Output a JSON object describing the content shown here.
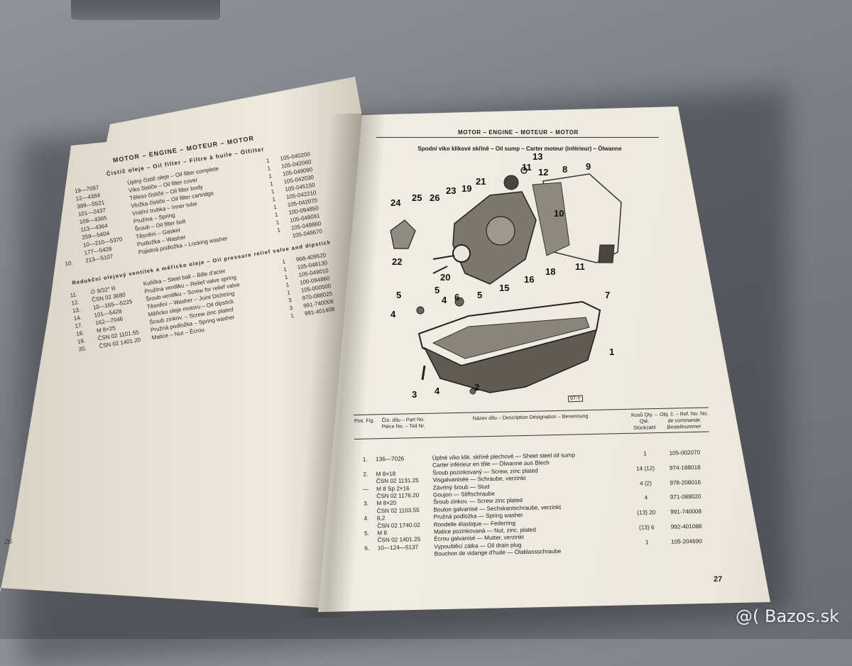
{
  "left_page": {
    "title": "MOTOR – ENGINE – MOTEUR – MOTOR",
    "section": "Čistič oleje – Oil filter – Filtre à huile – Ölfilter",
    "section2": "Redukční olejový ventilek a měřicko oleje – Oil pressure relief valve and dipstick",
    "rows": [
      {
        "pos": "",
        "part": "19—7097",
        "desc": "Úplný čistič oleje – Oil filter complete",
        "qty": "1",
        "order": "105-040200"
      },
      {
        "pos": "",
        "part": "12—4384",
        "desc": "Víko čističe – Oil filter cover",
        "qty": "1",
        "order": "105-042060"
      },
      {
        "pos": "",
        "part": "389—5521",
        "desc": "Těleso čističe – Oil filter body",
        "qty": "1",
        "order": "105-049080"
      },
      {
        "pos": "",
        "part": "101—2437",
        "desc": "Vložka čističe – Oil filter cartridge",
        "qty": "1",
        "order": "105-042030"
      },
      {
        "pos": "",
        "part": "109—4365",
        "desc": "Vnitřní trubka – Inner tube",
        "qty": "1",
        "order": "105-045150"
      },
      {
        "pos": "",
        "part": "113—4364",
        "desc": "Pružina – Spring",
        "qty": "1",
        "order": "105-042210"
      },
      {
        "pos": "",
        "part": "259—5404",
        "desc": "Šroub – Oil filter bolt",
        "qty": "1",
        "order": "105-042070"
      },
      {
        "pos": "",
        "part": "10—210—5370",
        "desc": "Těsnění – Gasket",
        "qty": "1",
        "order": "100-094850"
      },
      {
        "pos": "",
        "part": "177—5428",
        "desc": "Podložka – Washer",
        "qty": "1",
        "order": "105-049091"
      },
      {
        "pos": "10.",
        "part": "213—5107",
        "desc": "Pojistná podložka – Locking washer",
        "qty": "1",
        "order": "105-049860"
      },
      {
        "pos": "",
        "part": "",
        "desc": "",
        "qty": "",
        "order": "105-049670"
      },
      {
        "pos": "11.",
        "part": "∅ 9/32\" R",
        "desc": "Kulička – Steel ball – Bille d'acier",
        "qty": "1",
        "order": "968-409520"
      },
      {
        "pos": "12.",
        "part": "ČSN 02 3680",
        "desc": "Pružina ventilku – Relief valve spring",
        "qty": "1",
        "order": "105-048130"
      },
      {
        "pos": "13.",
        "part": "10—165—5225",
        "desc": "Šroub ventilku – Screw for relief valve",
        "qty": "1",
        "order": "105-049010"
      },
      {
        "pos": "14.",
        "part": "101—5428",
        "desc": "Těsnění – Washer – Joint Dichtring",
        "qty": "1",
        "order": "100-094860"
      },
      {
        "pos": "17.",
        "part": "162—7046",
        "desc": "Měřicko oleje motoru – Oil dipstick",
        "qty": "1",
        "order": "105-000500"
      },
      {
        "pos": "18.",
        "part": "M 8×25",
        "desc": "Šroub zinkov. – Screw zinc plated",
        "qty": "3",
        "order": "970-088025"
      },
      {
        "pos": "19.",
        "part": "ČSN 02 1101.55",
        "desc": "Pružná podložka – Spring washer",
        "qty": "3",
        "order": "991-740008"
      },
      {
        "pos": "20.",
        "part": "ČSN 02 1401.20",
        "desc": "Matice – Nut – Écrou",
        "qty": "1",
        "order": "991-401408"
      }
    ],
    "page_number": "26"
  },
  "right_page": {
    "header": "MOTOR – ENGINE – MOTEUR – MOTOR",
    "subheader": "Spodní víko klikové skříně – Oil sump – Carter moteur (inférieur) – Ölwanne",
    "figure_code": "97-Y",
    "callouts": [
      "1",
      "2",
      "3",
      "4",
      "4",
      "4",
      "5",
      "5",
      "5",
      "6",
      "7",
      "8",
      "9",
      "10",
      "11",
      "11",
      "12",
      "13",
      "15",
      "16",
      "18",
      "19",
      "20",
      "21",
      "22",
      "23",
      "24",
      "25",
      "26"
    ],
    "table_headers": {
      "pos": "Pos. Fig.",
      "part": "Čís. dílu – Part No. Pièce No. – Teil Nr.",
      "desc": "Název dílu – Description Désignation – Benennung",
      "qty": "Kusů Qty. – Qté. Stückzahl",
      "order": "Obj. č. – Ref. No. No. de commande Bestellnummer"
    },
    "rows": [
      {
        "pos": "1.",
        "part": "136—7026",
        "desc": "Úplné víko klik. skříně plechové — Sheet steel oil sump",
        "qty": "1",
        "order": "105-002070"
      },
      {
        "pos": "",
        "part": "",
        "desc": "Carter inférieur en tôle — Ölwanne aus Blech",
        "qty": "",
        "order": ""
      },
      {
        "pos": "2.",
        "part": "M 8×18",
        "desc": "Šroub pozinkovaný — Screw, zinc plated",
        "qty": "14 (12)",
        "order": "974-188018"
      },
      {
        "pos": "",
        "part": "ČSN 02 1131.25",
        "desc": "Visgalvanisée — Schraube, verzinkt",
        "qty": "",
        "order": ""
      },
      {
        "pos": "—",
        "part": "M 8 Sp 2×16",
        "desc": "Závrtný šroub — Stud",
        "qty": "4 (2)",
        "order": "978-208016"
      },
      {
        "pos": "",
        "part": "ČSN 02 1176.20",
        "desc": "Goujon — Stiftschraube",
        "qty": "",
        "order": ""
      },
      {
        "pos": "3.",
        "part": "M 8×20",
        "desc": "Šroub zinkov. — Screw zinc plated",
        "qty": "4",
        "order": "971-088020"
      },
      {
        "pos": "",
        "part": "ČSN 02 1103.55",
        "desc": "Boulon galvanisé — Sechskantschraube, verzinkt",
        "qty": "",
        "order": ""
      },
      {
        "pos": "4.",
        "part": "8,2",
        "desc": "Pružná podložka — Spring washer",
        "qty": "(13) 20",
        "order": "991-740008"
      },
      {
        "pos": "",
        "part": "ČSN 02 1740.02",
        "desc": "Rondelle élastique — Federring",
        "qty": "",
        "order": ""
      },
      {
        "pos": "5.",
        "part": "M 8",
        "desc": "Matice pozinkovaná — Nut, zinc, plated",
        "qty": "(13) 6",
        "order": "992-401088"
      },
      {
        "pos": "",
        "part": "ČSN 02 1401.25",
        "desc": "Écrou galvanisé — Mutter, verzinkt",
        "qty": "",
        "order": ""
      },
      {
        "pos": "6.",
        "part": "10—124—5137",
        "desc": "Vypouštěcí zátka — Oil drain plug",
        "qty": "1",
        "order": "105-204690"
      },
      {
        "pos": "",
        "part": "",
        "desc": "Bouchon de vidange d'huile — Ölablassschraube",
        "qty": "",
        "order": ""
      }
    ],
    "page_number": "27"
  },
  "watermark": "@( Bazos.sk"
}
